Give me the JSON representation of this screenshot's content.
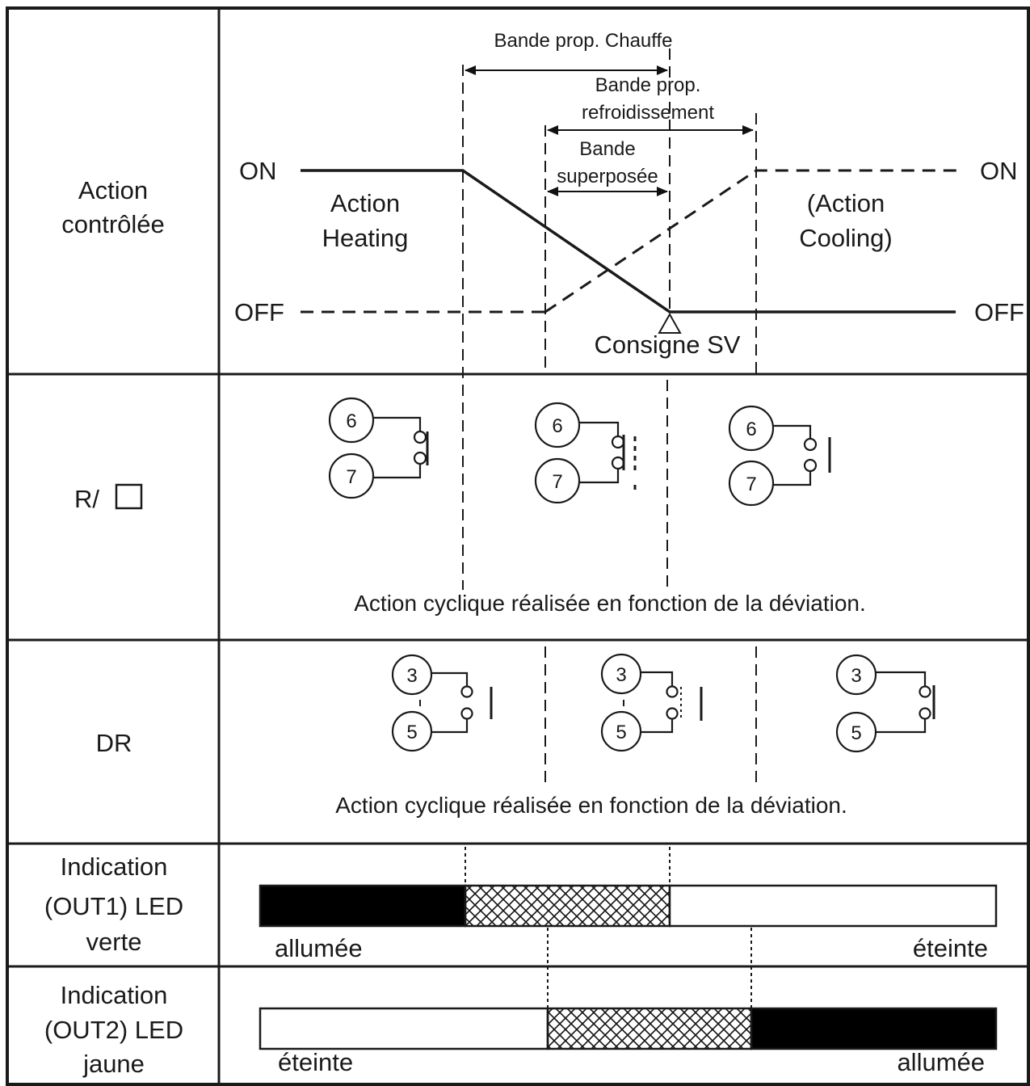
{
  "row_labels": {
    "action": [
      "Action",
      "contrôlée"
    ],
    "relay": "R/",
    "dr": "DR",
    "out1": [
      "Indication",
      "(OUT1) LED",
      "verte"
    ],
    "out2": [
      "Indication",
      "(OUT2) LED",
      "jaune"
    ]
  },
  "action_chart": {
    "on_left": "ON",
    "off_left": "OFF",
    "on_right": "ON",
    "off_right": "OFF",
    "heating": [
      "Action",
      "Heating"
    ],
    "cooling": [
      "(Action",
      "Cooling)"
    ],
    "band_heat": "Bande prop. Chauffe",
    "band_cool": [
      "Bande prop.",
      "refroidissement"
    ],
    "band_overlap": [
      "Bande",
      "superposée"
    ],
    "setpoint": "Consigne SV"
  },
  "relay": {
    "terminals": [
      "6",
      "7"
    ],
    "note": "Action cyclique réalisée en fonction de la déviation."
  },
  "dr": {
    "terminals": [
      "3",
      "5"
    ],
    "note": "Action cyclique réalisée en fonction de la déviation."
  },
  "out1": {
    "left_state": "allumée",
    "right_state": "éteinte"
  },
  "out2": {
    "left_state": "éteinte",
    "right_state": "allumée"
  },
  "colors": {
    "line": "#1a1a1a",
    "fill_on": "#000000",
    "fill_off": "#ffffff"
  }
}
